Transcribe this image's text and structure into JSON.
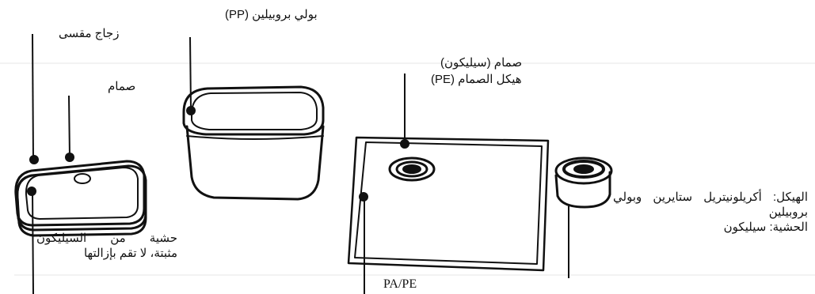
{
  "labels": {
    "frosted_glass": "زجاج مقسى",
    "valve_lid": "صمام",
    "pp_container": "بولي بروبيلين (PP)",
    "valve_silicone": "صمام (سيليكون)",
    "valve_body": "هيكل الصمام (PE)",
    "gasket_line1": "حشية من السيليكون",
    "gasket_line2": "مثبتة، لا تقم بإزالتها",
    "bag_material": "PA/PE",
    "pump_body_line1": "الهيكل: أكريلونيتريل ستايرين وبولي",
    "pump_body_line2": "بروبيلين",
    "pump_gasket": "الحشية: سيليكون"
  },
  "colors": {
    "ink": "#111111",
    "guide_line": "#e6e6e6",
    "background": "#ffffff"
  }
}
